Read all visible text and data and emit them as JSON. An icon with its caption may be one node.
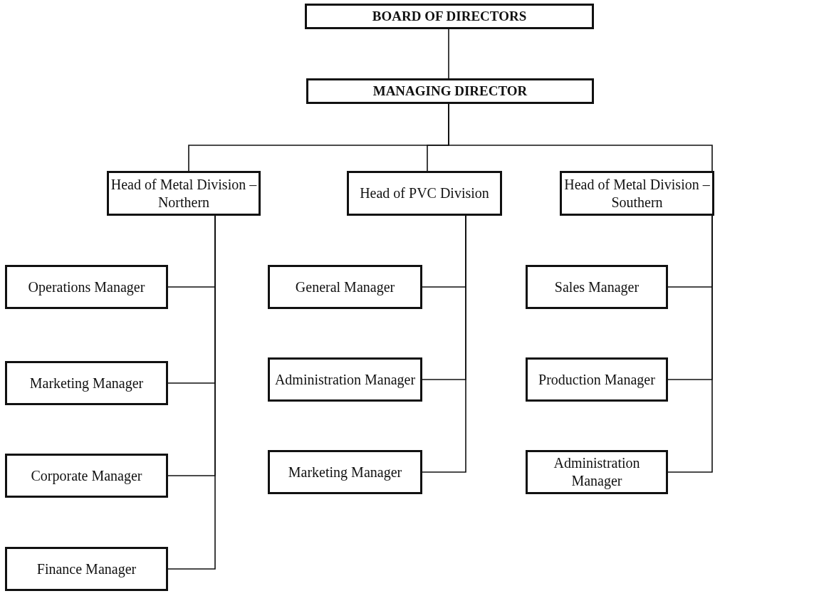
{
  "diagram": {
    "nodes": [
      {
        "text": [
          "BOARD OF DIRECTORS"
        ]
      },
      {
        "text": [
          "MANAGING DIRECTOR"
        ]
      },
      {
        "text": [
          "Head of Metal Division – Northern"
        ]
      },
      {
        "text": [
          "Head of PVC Division"
        ]
      },
      {
        "text": [
          "Head of Metal Division – Southern"
        ]
      },
      {
        "text": [
          "Operations Manager"
        ]
      },
      {
        "text": [
          "General Manager"
        ]
      },
      {
        "text": [
          "Sales Manager"
        ]
      },
      {
        "text": [
          "Marketing Manager"
        ]
      },
      {
        "text": [
          "Administration Manager"
        ]
      },
      {
        "text": [
          "Production Manager"
        ]
      },
      {
        "text": [
          "Corporate Manager"
        ]
      },
      {
        "text": [
          "Marketing Manager"
        ]
      },
      {
        "text": [
          "Administration Manager"
        ]
      },
      {
        "text": [
          "Finance Manager"
        ]
      }
    ],
    "edges": [
      {
        "from": 0,
        "to": 1,
        "arrow": "none"
      },
      {
        "from": 1,
        "to": 2,
        "arrow": "none"
      },
      {
        "from": 1,
        "to": 3,
        "arrow": "none"
      },
      {
        "from": 1,
        "to": 4,
        "arrow": "none"
      },
      {
        "from": 2,
        "to": 5,
        "arrow": "none"
      },
      {
        "from": 2,
        "to": 8,
        "arrow": "none"
      },
      {
        "from": 2,
        "to": 11,
        "arrow": "none"
      },
      {
        "from": 2,
        "to": 14,
        "arrow": "none"
      },
      {
        "from": 3,
        "to": 6,
        "arrow": "none"
      },
      {
        "from": 3,
        "to": 9,
        "arrow": "none"
      },
      {
        "from": 3,
        "to": 12,
        "arrow": "none"
      },
      {
        "from": 4,
        "to": 7,
        "arrow": "none"
      },
      {
        "from": 4,
        "to": 10,
        "arrow": "none"
      },
      {
        "from": 4,
        "to": 13,
        "arrow": "none"
      }
    ]
  }
}
